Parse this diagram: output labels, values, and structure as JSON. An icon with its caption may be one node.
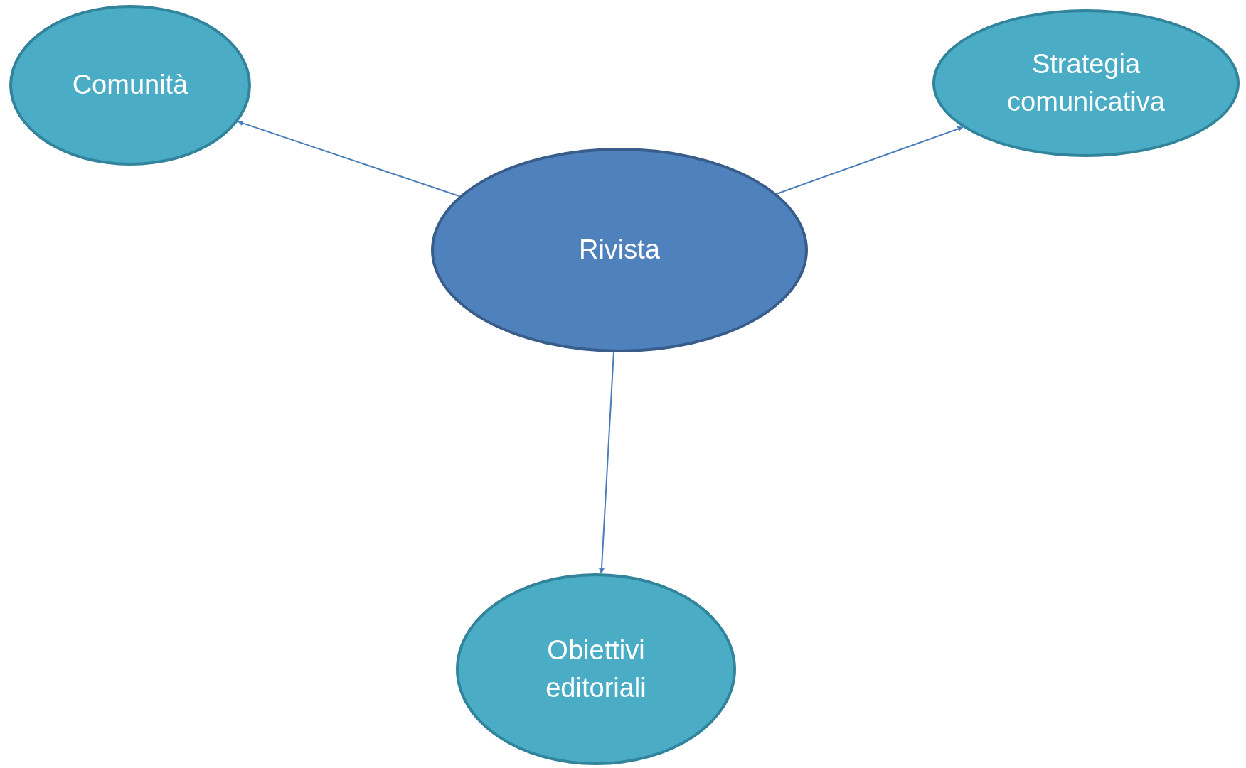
{
  "diagram": {
    "nodes": [
      {
        "text": [
          "Comunità"
        ]
      },
      {
        "text": [
          "Strategia comunicativa"
        ]
      },
      {
        "text": [
          "Rivista"
        ]
      },
      {
        "text": [
          "Obiettivi editoriali"
        ]
      }
    ],
    "edges": [
      {
        "from": 2,
        "to": 0,
        "arrow": "to"
      },
      {
        "from": 2,
        "to": 1,
        "arrow": "to"
      },
      {
        "from": 2,
        "to": 3,
        "arrow": "to"
      }
    ]
  }
}
